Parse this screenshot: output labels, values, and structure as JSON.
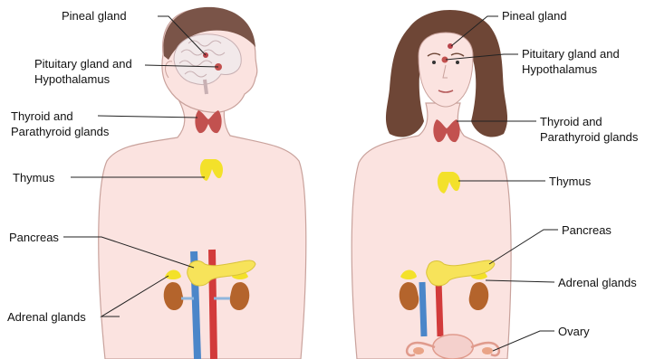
{
  "male": {
    "labels": {
      "pineal": "Pineal gland",
      "pituitary": "Pituitary gland and\nHypothalamus",
      "thyroid": "Thyroid and\nParathyroid glands",
      "thymus": "Thymus",
      "pancreas": "Pancreas",
      "adrenal": "Adrenal glands"
    }
  },
  "female": {
    "labels": {
      "pineal": "Pineal gland",
      "pituitary": "Pituitary gland and\nHypothalamus",
      "thyroid": "Thyroid and\nParathyroid glands",
      "thymus": "Thymus",
      "pancreas": "Pancreas",
      "adrenal": "Adrenal glands",
      "ovary": "Ovary"
    }
  },
  "colors": {
    "skin": "#fbe3e0",
    "outline": "#c9a29c",
    "hair_male": "#7a5448",
    "hair_female": "#6e4636",
    "thyroid": "#c2514f",
    "thymus": "#f3e12a",
    "pancreas": "#f7e35a",
    "kidney": "#b4642c",
    "aorta": "#d23b3b",
    "vena_cava": "#4b86c9",
    "brain": "#f2e9ea",
    "ovary": "#e9a487"
  }
}
